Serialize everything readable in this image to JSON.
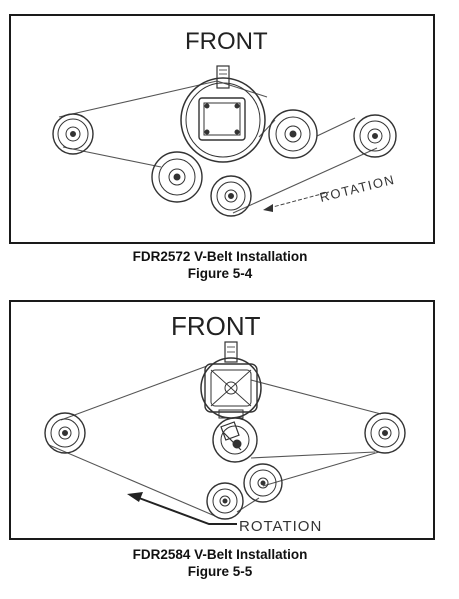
{
  "figures": [
    {
      "front_label": "FRONT",
      "rotation_label": "ROTATION",
      "caption_title": "FDR2572 V-Belt Installation",
      "caption_figure": "Figure 5-4"
    },
    {
      "front_label": "FRONT",
      "rotation_label": "ROTATION",
      "caption_title": "FDR2584 V-Belt Installation",
      "caption_figure": "Figure 5-5"
    }
  ],
  "colors": {
    "line": "#3a3a3a",
    "frame": "#1a1a1a",
    "text": "#111111"
  }
}
